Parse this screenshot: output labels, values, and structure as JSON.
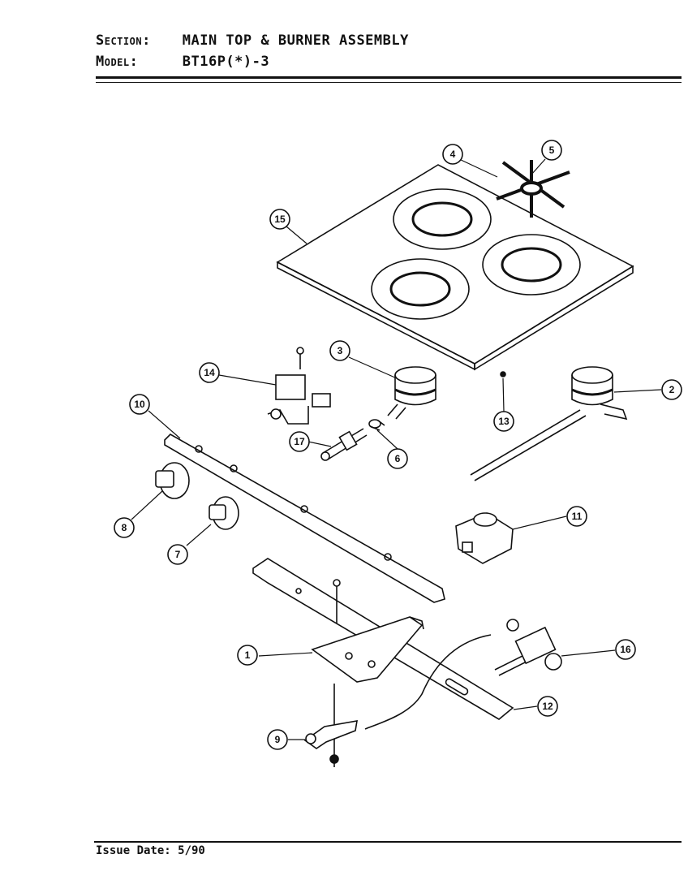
{
  "header": {
    "section_label": "Section:",
    "section_value": "MAIN TOP & BURNER ASSEMBLY",
    "model_label": "Model:",
    "model_value": "BT16P(*)-3"
  },
  "footer": {
    "issue_date": "Issue Date: 5/90"
  },
  "callouts": [
    "1",
    "2",
    "3",
    "4",
    "5",
    "6",
    "7",
    "8",
    "9",
    "10",
    "11",
    "12",
    "13",
    "14",
    "15",
    "16",
    "17"
  ]
}
